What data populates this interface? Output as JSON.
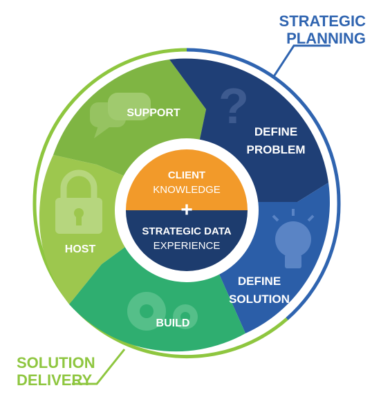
{
  "corner_labels": {
    "strategic_planning": [
      "STRATEGIC",
      "PLANNING"
    ],
    "solution_delivery": [
      "SOLUTION",
      "DELIVERY"
    ]
  },
  "segments": {
    "support": "SUPPORT",
    "define_problem": [
      "DEFINE",
      "PROBLEM"
    ],
    "define_solution": [
      "DEFINE",
      "SOLUTION"
    ],
    "build": "BUILD",
    "host": "HOST"
  },
  "center": {
    "top": [
      "CLIENT",
      "KNOWLEDGE"
    ],
    "plus": "+",
    "bottom": [
      "STRATEGIC DATA",
      "EXPERIENCE"
    ]
  },
  "colors": {
    "blue_dark": "#1f3f76",
    "blue_mid": "#2b5ea8",
    "blue_outline": "#2f64b0",
    "green_outline": "#8ec63f",
    "green_support": "#7fb543",
    "green_host": "#9dc74e",
    "green_build": "#2fae70",
    "orange": "#f29a2a",
    "navy_center": "#1d3c6e"
  },
  "icons": [
    "chat-bubbles-icon",
    "question-mark-icon",
    "lightbulb-icon",
    "gears-icon",
    "padlock-icon"
  ]
}
